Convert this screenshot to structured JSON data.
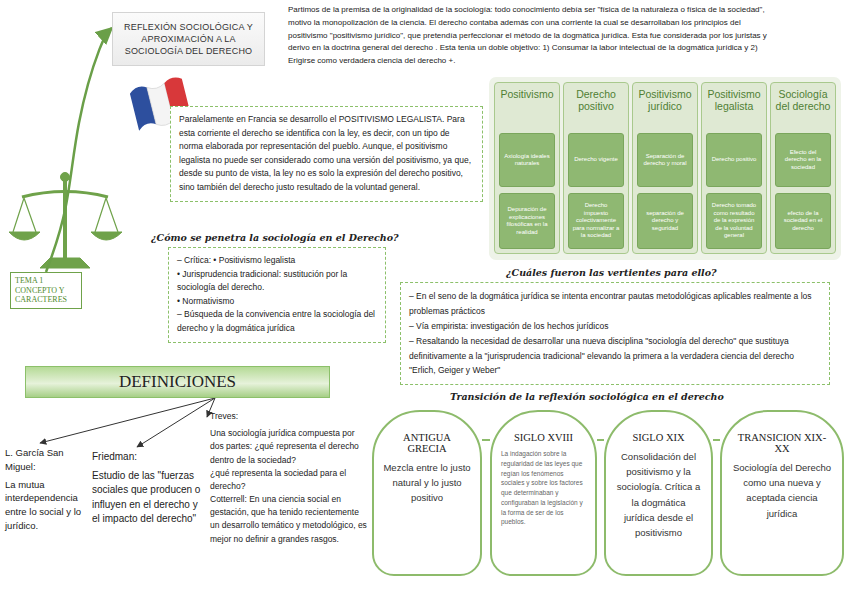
{
  "diagram": {
    "nodes": [
      {
        "text": [
          "REFLEXIÓN SOCIOLÓGICA Y APROXIMACIÓN A LA SOCIOLOGÍA DEL DERECHO"
        ]
      },
      {
        "text": [
          "Paralelamente en Francia se desarrollo el POSITIVISMO LEGALISTA. Para esta corriente el derecho se identifica con la ley, es decir, con un tipo de norma elaborada por representación del pueblo. Aunque, el positivismo legalista no puede ser considerado como una versión del positivismo, ya que, desde su punto de vista, la ley no es solo la expresión del derecho positivo, sino también del derecho justo resultado de la voluntad general."
        ]
      },
      {
        "text": [
          "Positivismo"
        ]
      },
      {
        "text": [
          "Axiología ideales naturales"
        ],
        "in": 2
      },
      {
        "text": [
          "Depuración de explicaciones filosóficas en la realidad"
        ],
        "in": 2
      },
      {
        "text": [
          "Derecho positivo"
        ]
      },
      {
        "text": [
          "Derecho vigente"
        ],
        "in": 5
      },
      {
        "text": [
          "Derecho impuesto colectivamente para normalizar a la sociedad"
        ],
        "in": 5
      },
      {
        "text": [
          "Positivismo jurídico"
        ]
      },
      {
        "text": [
          "Separación de derecho y moral"
        ],
        "in": 8
      },
      {
        "text": [
          "separación de derecho y seguridad"
        ],
        "in": 8
      },
      {
        "text": [
          "Positivismo legalista"
        ]
      },
      {
        "text": [
          "Derecho positivo"
        ],
        "in": 11
      },
      {
        "text": [
          "Derecho tomado como resultado de la expresión de la voluntad general"
        ],
        "in": 11
      },
      {
        "text": [
          "Sociología del derecho"
        ]
      },
      {
        "text": [
          "Efecto del derecho en la sociedad"
        ],
        "in": 14
      },
      {
        "text": [
          "efecto de la sociedad en el derecho"
        ],
        "in": 14
      },
      {
        "text": [
          "TEMA 1 CONCEPTO Y CARACTERES"
        ]
      },
      {
        "text": [
          "¿Cómo se penetra la sociología en el Derecho?",
          "– Crítica: • Positivismo legalista",
          "• Jurisprudencia tradicional: sustitución por la sociología del derecho.",
          "• Normativismo",
          "– Búsqueda de la convivencia entre la sociología del derecho y la dogmática jurídica"
        ]
      },
      {
        "text": [
          "¿Cuáles fueron las vertientes para ello?",
          "– En el seno de la dogmática jurídica se intenta encontrar pautas metodológicas aplicables realmente a los problemas prácticos",
          "– Vía empirista: investigación de los hechos jurídicos",
          "– Resaltando la necesidad de desarrollar una nueva disciplina \"sociología del derecho\" que sustituya definitivamente a la \"jurisprudencia tradicional\" elevando la primera a la verdadera ciencia del derecho \"Erlich, Geiger y Weber\""
        ]
      },
      {
        "text": [
          "DEFINICIONES"
        ]
      },
      {
        "text": [
          "L. García San Miguel:",
          "La mutua interdependencia entre lo social y lo jurídico."
        ]
      },
      {
        "text": [
          "Friedman:",
          "Estudio de las \"fuerzas sociales que producen o influyen en el derecho y el impacto del derecho\""
        ]
      },
      {
        "text": [
          "Treves:",
          "Una sociología jurídica compuesta por dos partes: ¿qué representa el derecho dentro de la sociedad?",
          "¿qué representa la sociedad para el derecho?",
          "Cotterrell: En una ciencia social en gestación, que ha tenido recientemente un desarrollo temático y metodológico, es mejor no definir a grandes rasgos."
        ]
      },
      {
        "text": [
          "ANTIGUA GRECIA",
          "Mezcla entre lo justo natural y lo justo positivo"
        ]
      },
      {
        "text": [
          "SIGLO XVIII",
          "La indagación sobre la regularidad de las leyes que regían los fenómenos sociales y sobre los factores que determinaban y configuraban la legislación y la forma de ser de los pueblos."
        ]
      },
      {
        "text": [
          "SIGLO XIX",
          "Consolidación del positivismo y la sociología. Crítica a la dogmática jurídica desde el positivismo"
        ]
      },
      {
        "text": [
          "TRANSICION XIX-XX",
          "Sociología del Derecho como una nueva y aceptada ciencia jurídica"
        ]
      }
    ],
    "edges": [
      {
        "from": 17,
        "to": 0,
        "arrow": "to"
      },
      {
        "from": 20,
        "to": 21,
        "arrow": "to"
      },
      {
        "from": 20,
        "to": 22,
        "arrow": "to"
      },
      {
        "from": 20,
        "to": 23,
        "arrow": "to"
      },
      {
        "from": 24,
        "to": 25,
        "arrow": "none"
      },
      {
        "from": 25,
        "to": 26,
        "arrow": "none"
      },
      {
        "from": 26,
        "to": 27,
        "arrow": "none"
      }
    ],
    "labels": [
      "Partimos de la premisa de la originalidad de la sociología: todo conocimiento debía ser \"física de la naturaleza o física de la sociedad\", motivo la monopolización de la ciencia. El derecho contaba además con una corriente la cual se desarrollaban los principios del positivismo \"positivismo jurídico\", que pretendía perfeccionar el método de la dogmática jurídica. Esta fue considerada por los juristas y derivo en la doctrina general del derecho . Esta tenia un doble objetivo: 1) Consumar la labor intelectual de la dogmática jurídica y 2) Erigirse como verdadera ciencia del derecho +.",
      "Transición de la reflexión sociológica en el derecho"
    ]
  }
}
